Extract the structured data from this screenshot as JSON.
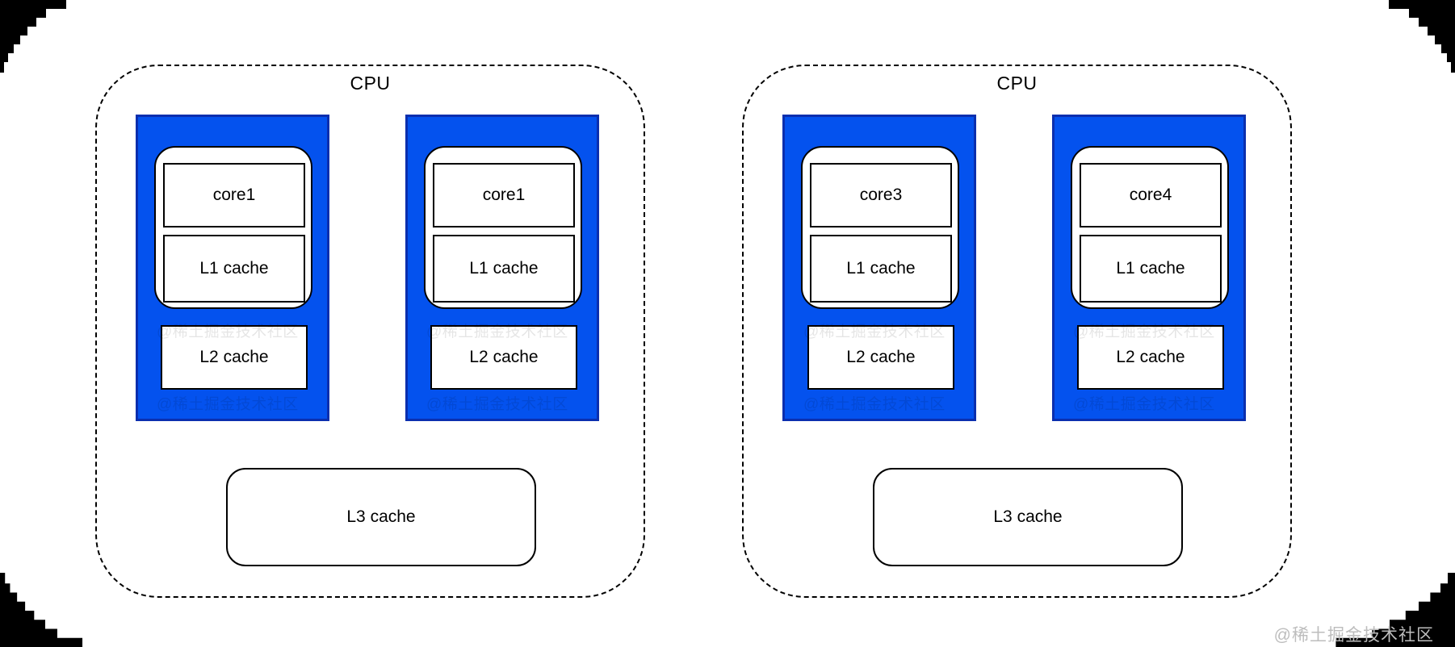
{
  "packages": [
    {
      "label": "CPU",
      "cores": [
        {
          "core_label": "core1",
          "l1_label": "L1 cache",
          "l2_label": "L2 cache"
        },
        {
          "core_label": "core1",
          "l1_label": "L1 cache",
          "l2_label": "L2 cache"
        }
      ],
      "l3_label": "L3 cache"
    },
    {
      "label": "CPU",
      "cores": [
        {
          "core_label": "core3",
          "l1_label": "L1 cache",
          "l2_label": "L2 cache"
        },
        {
          "core_label": "core4",
          "l1_label": "L1 cache",
          "l2_label": "L2 cache"
        }
      ],
      "l3_label": "L3 cache"
    }
  ],
  "watermark": {
    "text": "@稀土掘金技术社区"
  },
  "colors": {
    "core_block_fill": "#0452ee",
    "core_block_border": "#0b2fae",
    "watermark_gray": "#bdbdbd"
  }
}
